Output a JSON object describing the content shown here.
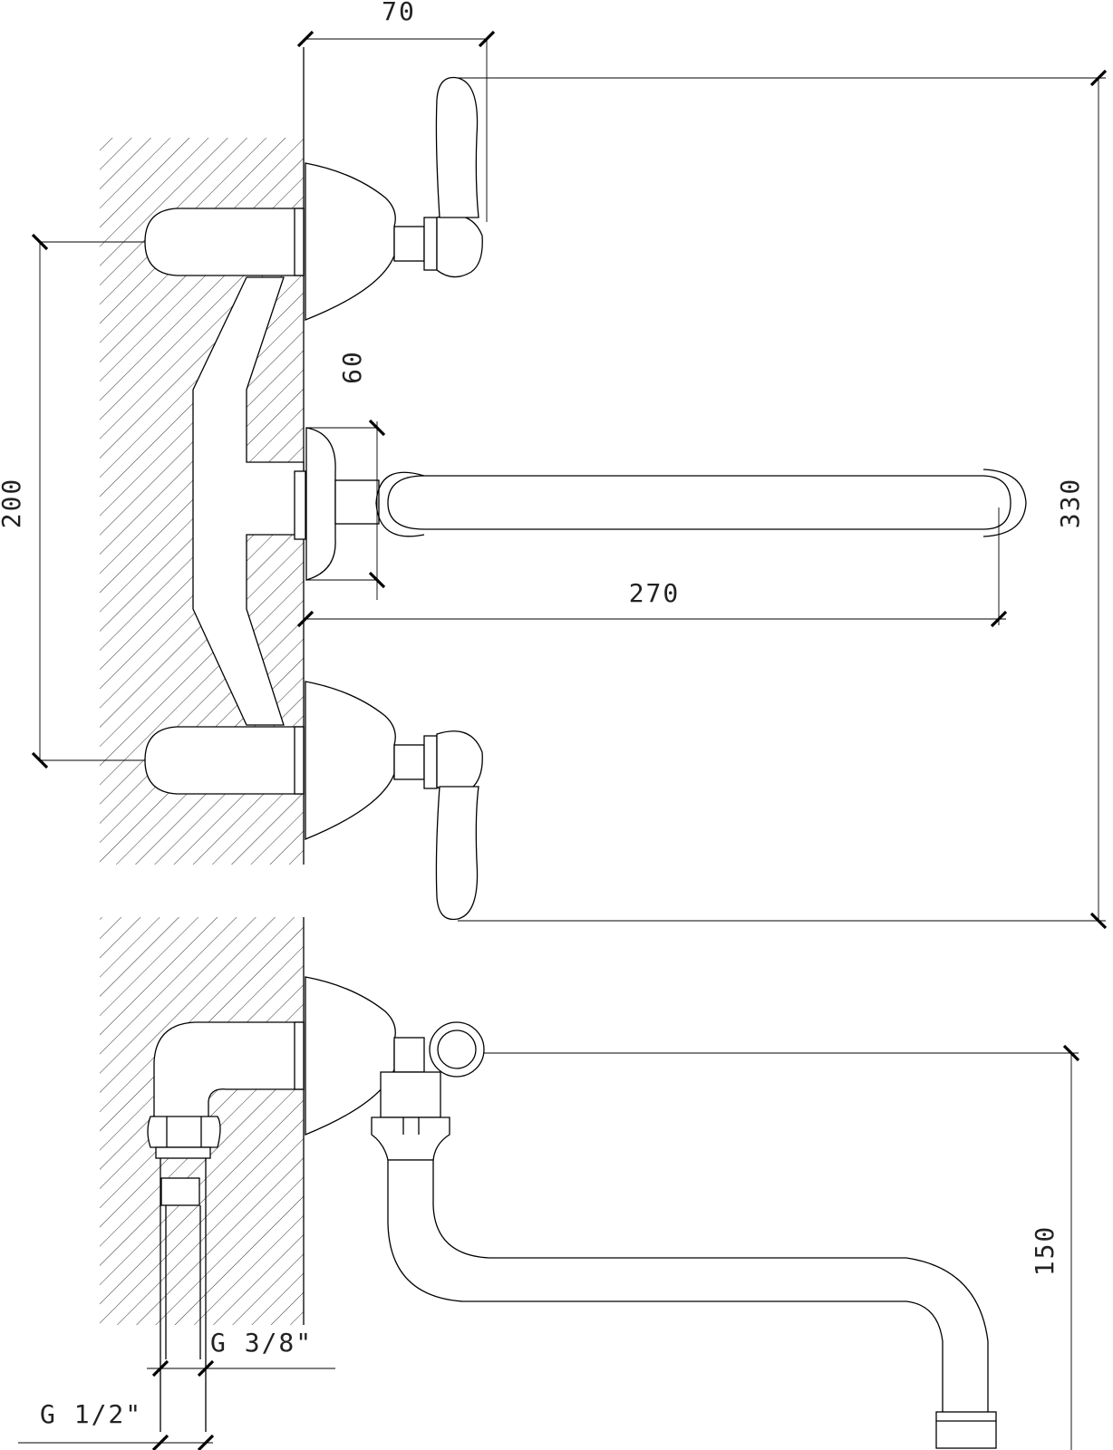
{
  "dimensions": {
    "top_width": "70",
    "left_height": "200",
    "spout_height": "60",
    "total_height": "330",
    "spout_reach": "270",
    "spout_drop": "150"
  },
  "threads": {
    "outer": "G 1/2\"",
    "inner": "G 3/8\""
  }
}
